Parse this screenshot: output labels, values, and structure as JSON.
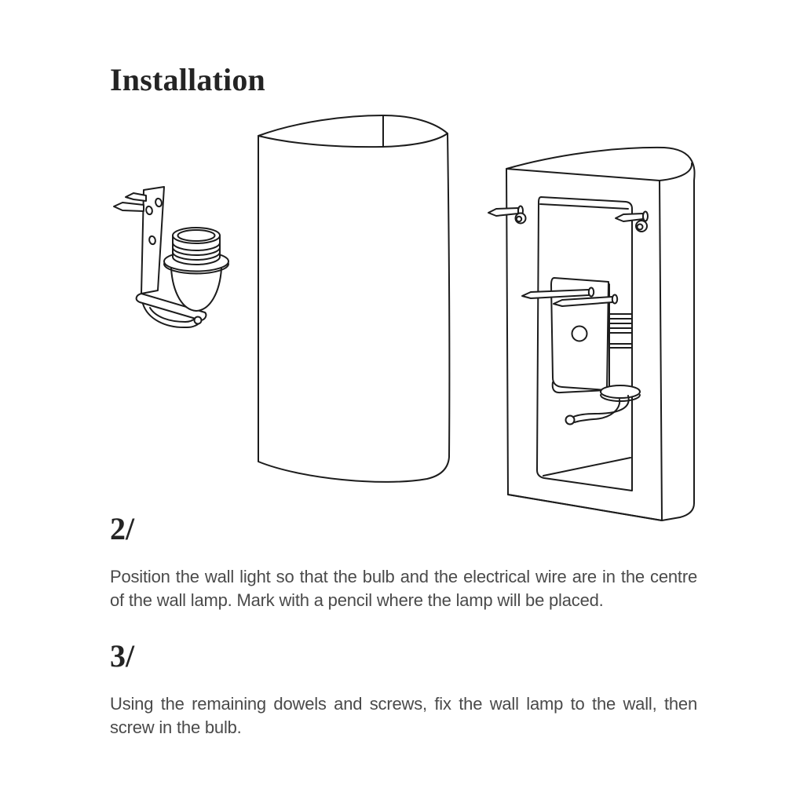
{
  "page": {
    "title": "Installation",
    "steps": [
      {
        "number": "2/",
        "text": "Position the wall light so that the bulb and the electrical wire are in the centre of the wall lamp. Mark with a pencil where the lamp will be placed."
      },
      {
        "number": "3/",
        "text": "Using the remaining dowels and screws, fix the wall lamp to the wall, then screw in the bulb."
      }
    ],
    "illustrations": [
      {
        "alt": "Wall bracket with two screws and bulb socket"
      },
      {
        "alt": "Half-cylinder lamp shade"
      },
      {
        "alt": "Wall lamp body fixed to wall with dowels and screws, socket and electrical wire in centre"
      }
    ],
    "colors": {
      "background": "#ffffff",
      "line_ink": "#1c1c1c",
      "heading_text": "#242424",
      "body_text": "#4a4a4a"
    }
  }
}
